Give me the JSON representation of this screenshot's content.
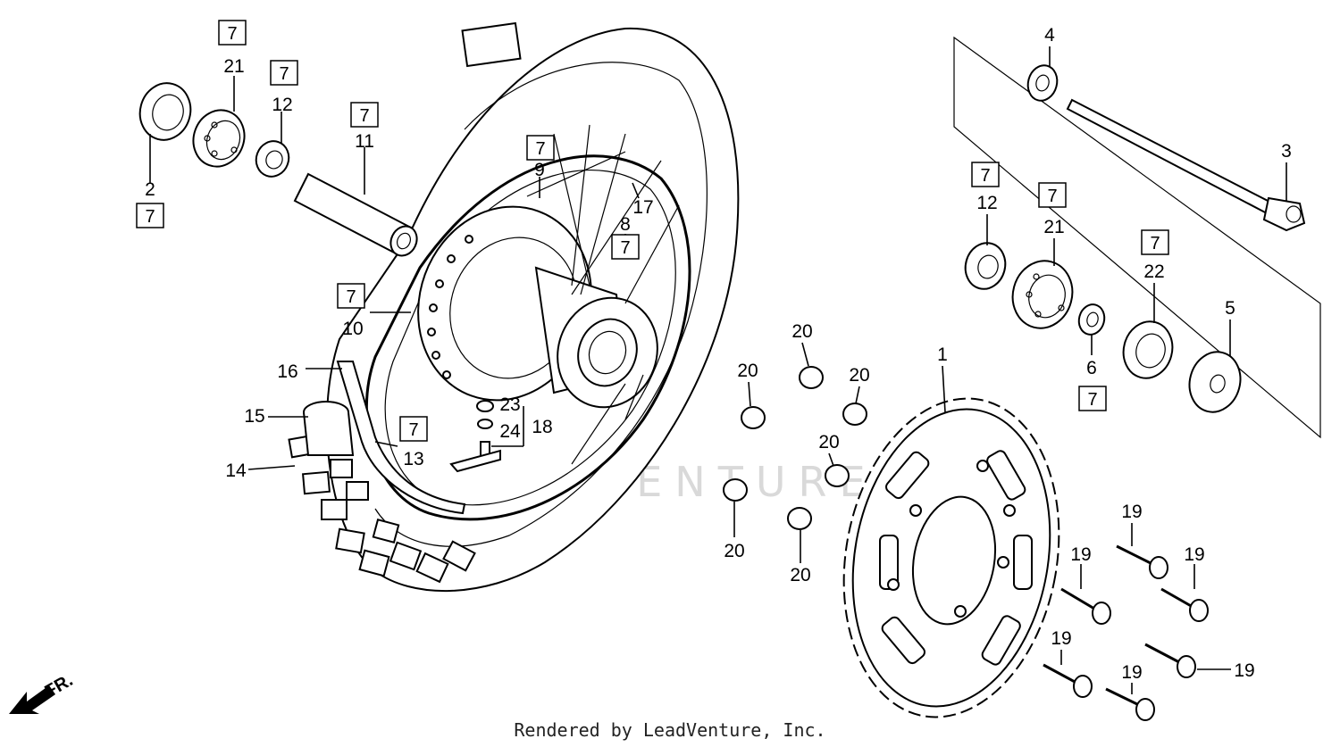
{
  "watermark": "LEADVENTURE",
  "credit": "Rendered by LeadVenture, Inc.",
  "direction_label": "FR.",
  "callouts": {
    "c1": "1",
    "c2": "2",
    "c3": "3",
    "c4": "4",
    "c5": "5",
    "c6": "6",
    "c8": "8",
    "c9": "9",
    "c10": "10",
    "c11": "11",
    "c12a": "12",
    "c12b": "12",
    "c13": "13",
    "c14": "14",
    "c15": "15",
    "c16": "16",
    "c17": "17",
    "c18": "18",
    "c19a": "19",
    "c19b": "19",
    "c19c": "19",
    "c19d": "19",
    "c19e": "19",
    "c19f": "19",
    "c20a": "20",
    "c20b": "20",
    "c20c": "20",
    "c20d": "20",
    "c20e": "20",
    "c20f": "20",
    "c21a": "21",
    "c21b": "21",
    "c22": "22",
    "c23": "23",
    "c24": "24"
  },
  "kit_badge": "7"
}
